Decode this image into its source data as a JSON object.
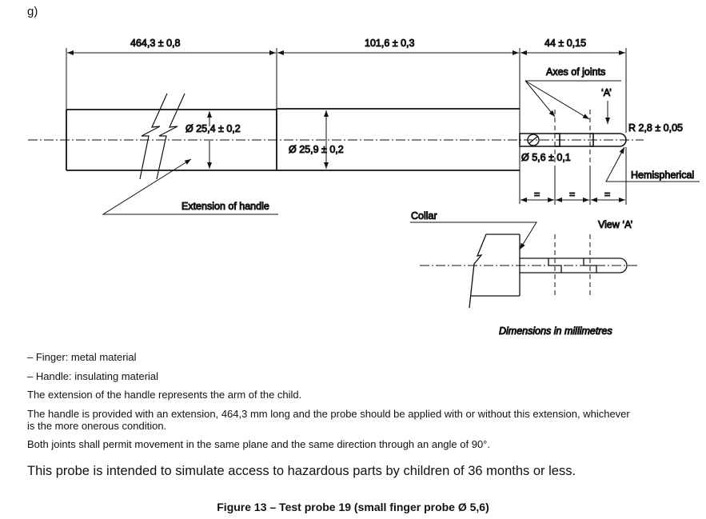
{
  "figure_label": "g)",
  "drawing": {
    "dim_extension": "464,3 ± 0,8",
    "dim_handle": "101,6 ± 0,3",
    "dim_finger": "44 ± 0,15",
    "dia_extension": "Ø 25,4 ± 0,2",
    "dia_handle": "Ø 25,9 ± 0,2",
    "dia_finger": "Ø 5,6 ± 0,1",
    "radius_tip": "R 2,8 ± 0,05",
    "label_axes": "Axes of joints",
    "label_view_arrow": "‘A’",
    "label_hemispherical": "Hemispherical",
    "label_extension": "Extension of handle",
    "label_collar": "Collar",
    "label_view": "View  ‘A’",
    "equal_marks": [
      "=",
      "=",
      "="
    ],
    "units_note": "Dimensions in millimetres"
  },
  "notes": [
    "–  Finger: metal material",
    "–  Handle: insulating material",
    "The extension of the handle represents the arm of the child.",
    "The handle is provided with an extension, 464,3 mm long and the probe should be applied with or without this extension, whichever is the more onerous condition.",
    "Both joints shall permit movement in the same plane and the same direction through an angle of 90°."
  ],
  "summary": "This probe is intended to simulate access to hazardous parts by children of 36 months or less.",
  "caption": "Figure 13 – Test probe 19 (small finger probe Ø 5,6)"
}
